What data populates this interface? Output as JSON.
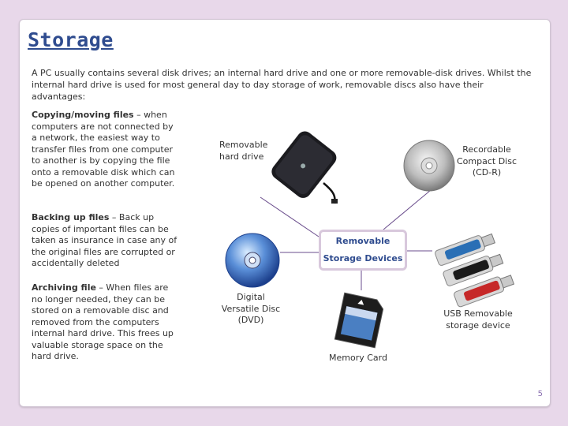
{
  "title": "Storage",
  "intro": "A PC usually contains several disk drives; an internal hard drive and one or more removable-disk drives. Whilst the internal hard drive is used for most general day to day storage of work, removable discs also have their advantages:",
  "uses": [
    {
      "term": "Copying/moving files",
      "text": " – when computers are not connected by a network, the easiest way to transfer files from one computer to another is by copying the file onto a removable disk which can be opened on another computer."
    },
    {
      "term": "Backing up files",
      "text": " – Back up copies of important files can be taken as insurance in case any of the original files are corrupted or accidentally deleted"
    },
    {
      "term": "Archiving file",
      "text": " – When files are no longer needed, they can be stored on a removable disc and removed from the computers internal hard drive. This frees up valuable storage space on the hard drive."
    }
  ],
  "hub": {
    "line1": "Removable",
    "line2": "Storage Devices"
  },
  "devices": {
    "hdd": "Removable hard drive",
    "cd": "Recordable Compact Disc (CD-R)",
    "dvd": "Digital Versatile Disc (DVD)",
    "usb": "USB Removable storage device",
    "card": "Memory Card"
  },
  "page_number": "5"
}
